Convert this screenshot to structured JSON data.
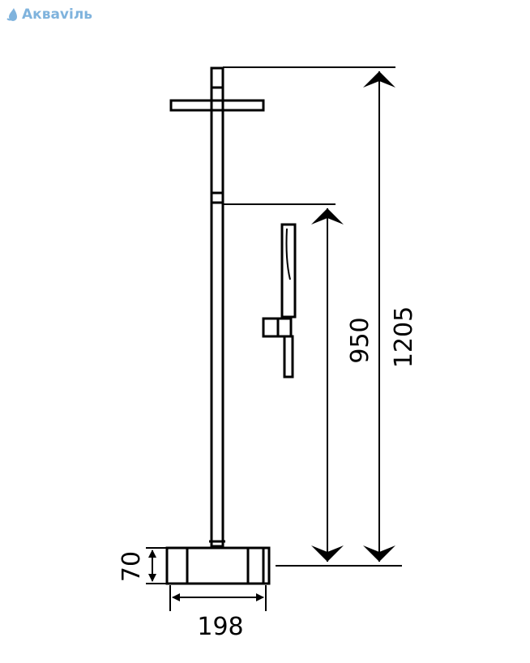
{
  "brand": {
    "name": "Акваviль",
    "color": "#7fb3dd",
    "icon": "drop-logo-icon"
  },
  "dimensions": {
    "total_height": "1205",
    "hand_shower_height": "950",
    "base_height": "70",
    "base_width": "198"
  },
  "colors": {
    "line": "#000000",
    "background": "#ffffff"
  }
}
